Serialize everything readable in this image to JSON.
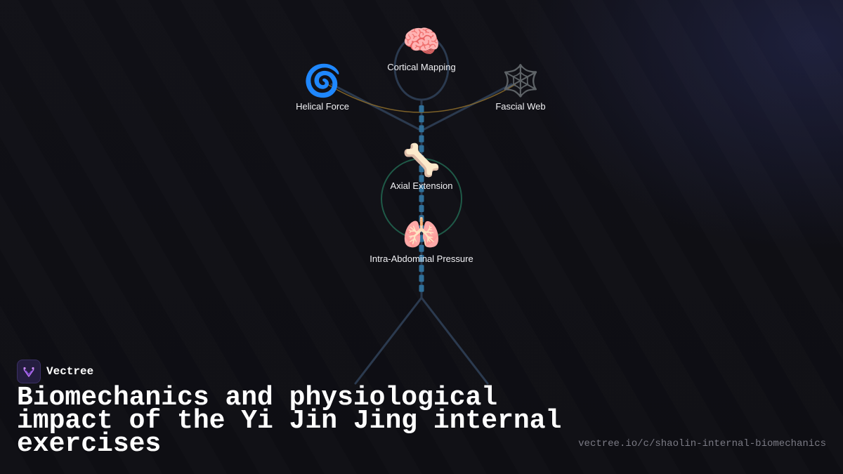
{
  "diagram": {
    "nodes": {
      "cortical": {
        "icon": "brain-icon",
        "emoji": "🧠",
        "label": "Cortical Mapping"
      },
      "helical": {
        "icon": "cyclone-icon",
        "emoji": "🌀",
        "label": "Helical Force"
      },
      "fascial": {
        "icon": "spider-web-icon",
        "emoji": "🕸️",
        "label": "Fascial Web"
      },
      "axial": {
        "icon": "bone-icon",
        "emoji": "🦴",
        "label": "Axial Extension"
      },
      "pressure": {
        "icon": "lungs-icon",
        "emoji": "🫁",
        "label": "Intra-Abdominal Pressure"
      }
    },
    "colors": {
      "body_outline": "#2b3a4f",
      "spine": "#2f6f99",
      "fascia_line": "#8a6a2a",
      "core_ring": "#1f5a48"
    }
  },
  "brand": {
    "name": "Vectree",
    "logo_icon": "vectree-logo-icon"
  },
  "title": "Biomechanics and physiological impact of the Yi Jin Jing internal exercises",
  "url": "vectree.io/c/shaolin-internal-biomechanics"
}
